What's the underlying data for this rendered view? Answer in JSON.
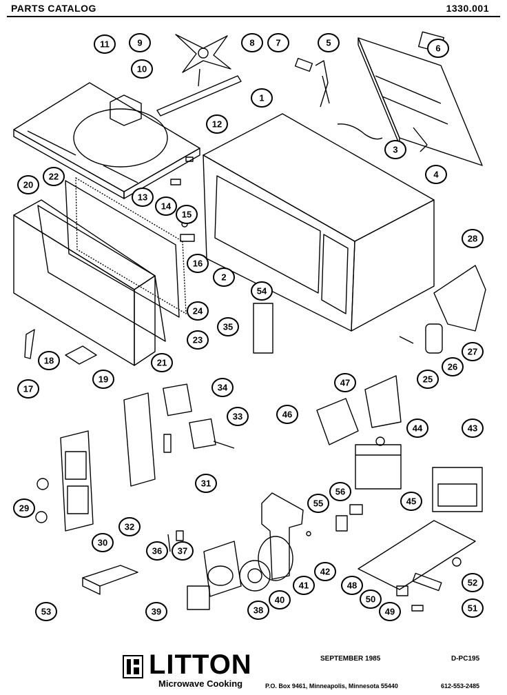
{
  "header": {
    "left": "PARTS CATALOG",
    "right": "1330.001"
  },
  "callouts": [
    "11",
    "9",
    "8",
    "7",
    "5",
    "6",
    "10",
    "1",
    "12",
    "3",
    "4",
    "22",
    "20",
    "13",
    "14",
    "15",
    "2",
    "54",
    "16",
    "28",
    "24",
    "35",
    "23",
    "21",
    "18",
    "17",
    "19",
    "27",
    "26",
    "25",
    "47",
    "34",
    "33",
    "46",
    "44",
    "43",
    "31",
    "32",
    "29",
    "30",
    "55",
    "56",
    "45",
    "36",
    "37",
    "42",
    "41",
    "40",
    "39",
    "38",
    "48",
    "52",
    "50",
    "51",
    "49",
    "53"
  ],
  "footer": {
    "brand": "LITTON",
    "subtitle": "Microwave Cooking",
    "date": "SEPTEMBER 1985",
    "code": "D-PC195",
    "address": "P.O. Box 9461, Minneapolis, Minnesota 55440",
    "phone": "612-553-2485"
  }
}
